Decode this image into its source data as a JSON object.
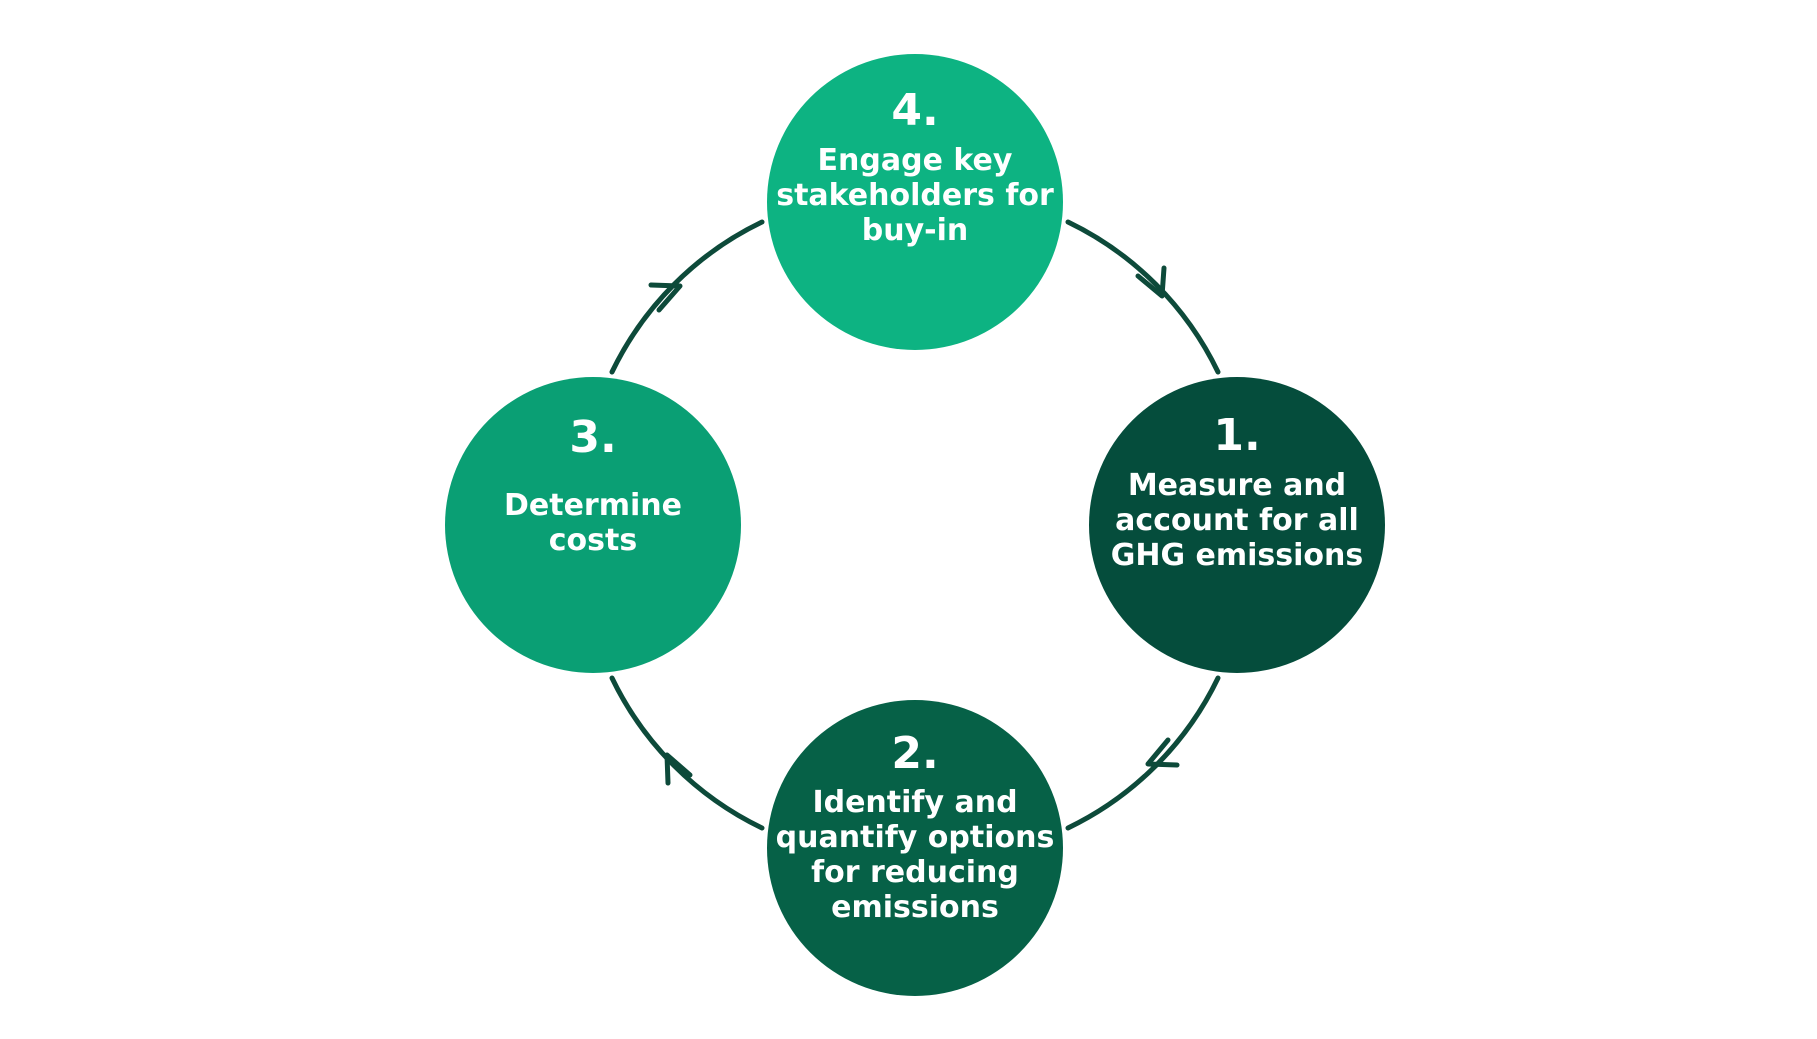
{
  "steps": [
    {
      "id": "step-1",
      "number": "1.",
      "lines": [
        "Measure and",
        "account for all",
        "GHG emissions"
      ],
      "color": "#054d3c"
    },
    {
      "id": "step-2",
      "number": "2.",
      "lines": [
        "Identify and",
        "quantify options",
        "for reducing",
        "emissions"
      ],
      "color": "#066147"
    },
    {
      "id": "step-3",
      "number": "3.",
      "lines": [
        "Determine",
        "costs"
      ],
      "color": "#0a9f74"
    },
    {
      "id": "step-4",
      "number": "4.",
      "lines": [
        "Engage key",
        "stakeholders for",
        "buy-in"
      ],
      "color": "#0db382"
    }
  ],
  "connector_color": "#0d4a3a"
}
